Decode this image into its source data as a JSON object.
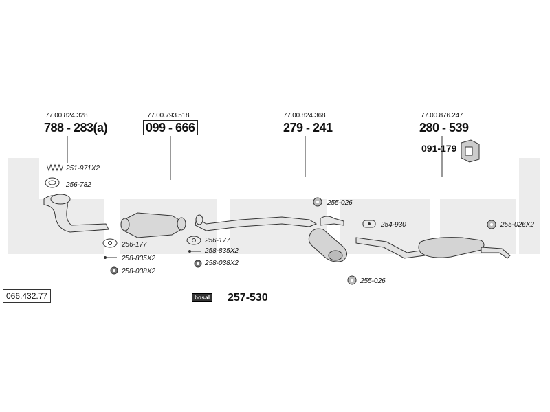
{
  "watermark": "bosal",
  "catalog_number": "066.432.77",
  "groups": [
    {
      "oe_ref": "77.00.824.328",
      "part_no": "788 - 283(a)",
      "boxed": false
    },
    {
      "oe_ref": "77.00.793.518",
      "part_no": "099 - 666",
      "boxed": true
    },
    {
      "oe_ref": "77.00.824.368",
      "part_no": "279 - 241",
      "boxed": false
    },
    {
      "oe_ref": "77.00.876.247",
      "part_no": "280 - 539",
      "boxed": false
    }
  ],
  "bracket_part": "091-179",
  "accessories": [
    {
      "code": "251-971X2",
      "icon": "spring-icon"
    },
    {
      "code": "256-782",
      "icon": "ring-gasket-icon"
    },
    {
      "code": "256-177",
      "icon": "flange-gasket-icon"
    },
    {
      "code": "258-835X2",
      "icon": "bolt-icon"
    },
    {
      "code": "258-038X2",
      "icon": "nut-icon"
    },
    {
      "code": "256-177",
      "icon": "flange-gasket-icon"
    },
    {
      "code": "258-835X2",
      "icon": "bolt-icon"
    },
    {
      "code": "258-038X2",
      "icon": "nut-icon"
    },
    {
      "code": "255-026",
      "icon": "rubber-hanger-icon"
    },
    {
      "code": "254-930",
      "icon": "clamp-icon"
    },
    {
      "code": "255-026X2",
      "icon": "rubber-hanger-icon"
    },
    {
      "code": "255-026",
      "icon": "rubber-hanger-icon"
    }
  ],
  "mounting_kit": {
    "stamp_label": "bosal",
    "part_no": "257-530"
  },
  "colors": {
    "watermark": "#ececec",
    "line": "#333333",
    "part_fill": "#d8d8d8"
  }
}
